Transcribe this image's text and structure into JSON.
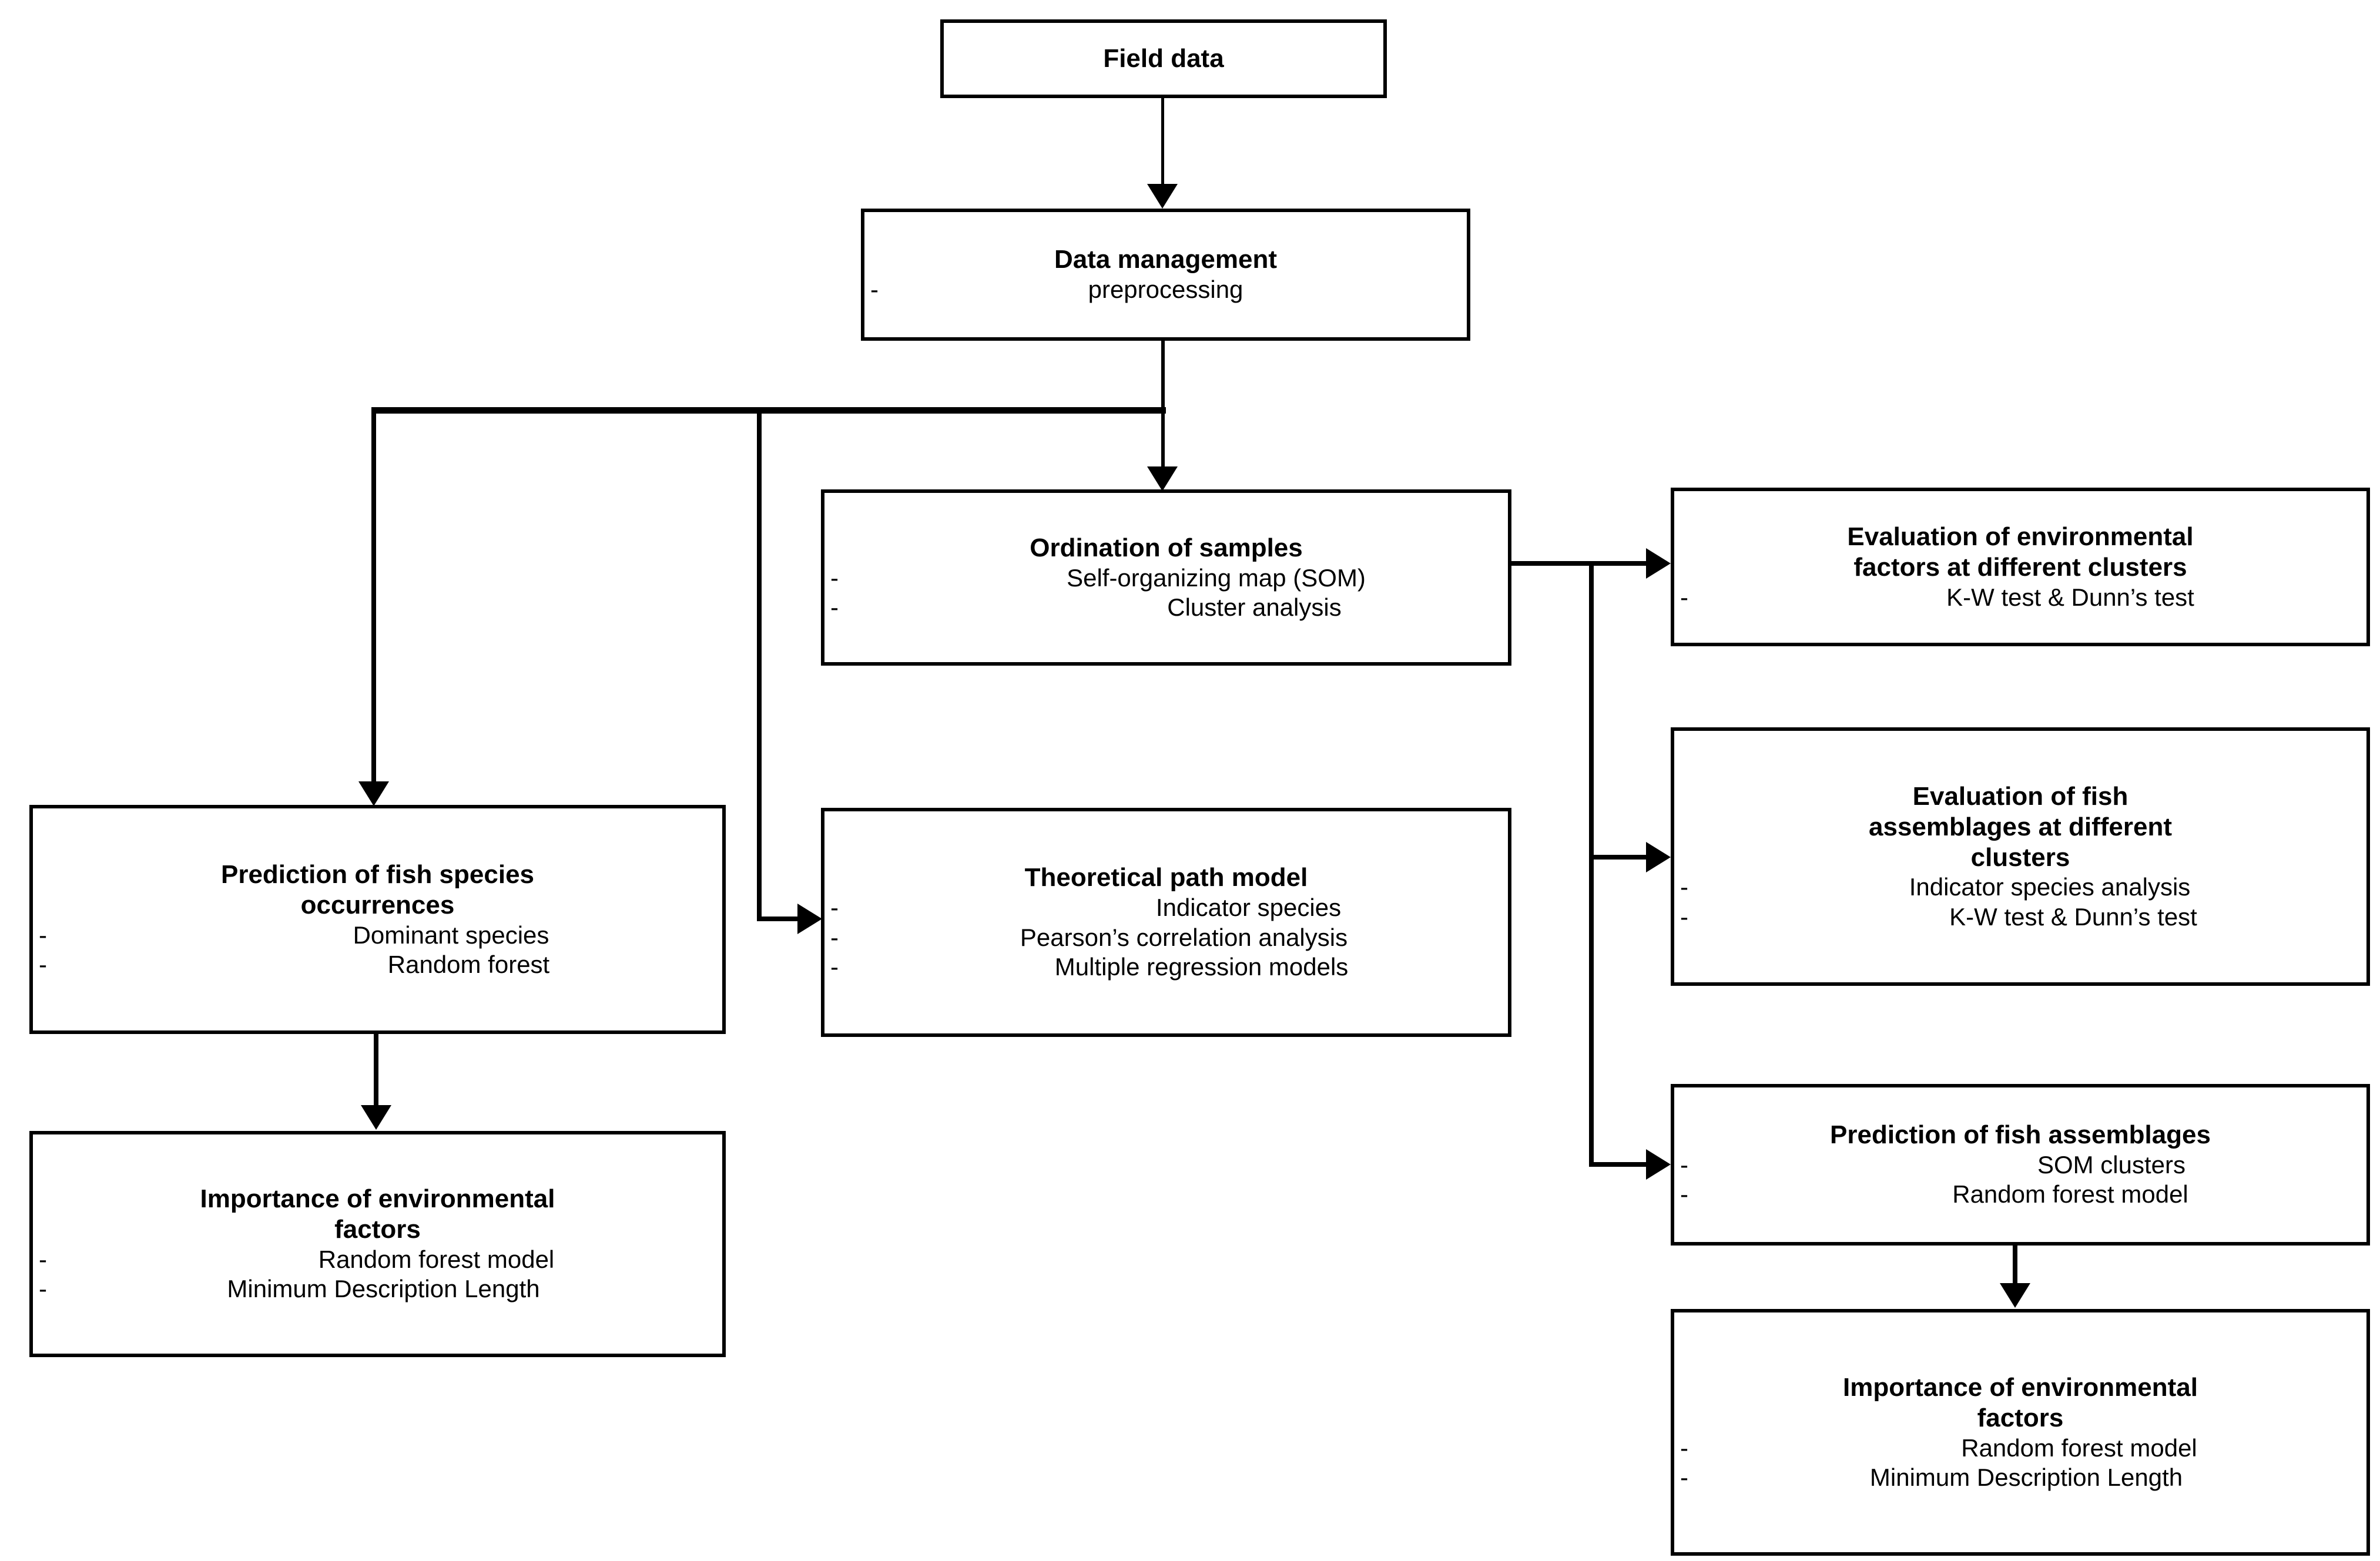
{
  "diagram": {
    "type": "flowchart",
    "orientation": "top-down",
    "nodes": [
      {
        "id": "field-data",
        "title": "Field data",
        "bullets": []
      },
      {
        "id": "data-management",
        "title": "Data management",
        "bullets": [
          {
            "dash": "-",
            "text": "preprocessing"
          }
        ]
      },
      {
        "id": "ordination",
        "title": "Ordination of samples",
        "bullets": [
          {
            "dash": "-",
            "text": "Self-organizing map (SOM)"
          },
          {
            "dash": "-",
            "text": "Cluster analysis"
          }
        ]
      },
      {
        "id": "path-model",
        "title": "Theoretical path model",
        "bullets": [
          {
            "dash": "-",
            "text": "Indicator species"
          },
          {
            "dash": "-",
            "text": "Pearson’s correlation analysis"
          },
          {
            "dash": "-",
            "text": "Multiple regression models"
          }
        ]
      },
      {
        "id": "pred-species",
        "title": "Prediction of fish species\noccurrences",
        "bullets": [
          {
            "dash": "-",
            "text": "Dominant species"
          },
          {
            "dash": "-",
            "text": "Random forest"
          }
        ]
      },
      {
        "id": "imp-env-left",
        "title": "Importance of environmental\nfactors",
        "bullets": [
          {
            "dash": "-",
            "text": "Random forest model"
          },
          {
            "dash": "-",
            "text": "Minimum Description Length"
          }
        ]
      },
      {
        "id": "eval-env",
        "title": "Evaluation of environmental\nfactors at different clusters",
        "bullets": [
          {
            "dash": "-",
            "text": "K-W test & Dunn’s test"
          }
        ]
      },
      {
        "id": "eval-fish",
        "title": "Evaluation of fish\nassemblages at different\nclusters",
        "bullets": [
          {
            "dash": "-",
            "text": "Indicator species analysis"
          },
          {
            "dash": "-",
            "text": "K-W test & Dunn’s test"
          }
        ]
      },
      {
        "id": "pred-assemb",
        "title": "Prediction of fish assemblages",
        "bullets": [
          {
            "dash": "-",
            "text": "SOM clusters"
          },
          {
            "dash": "-",
            "text": "Random forest model"
          }
        ]
      },
      {
        "id": "imp-env-right",
        "title": "Importance of environmental\nfactors",
        "bullets": [
          {
            "dash": "-",
            "text": "Random forest model"
          },
          {
            "dash": "-",
            "text": "Minimum Description Length"
          }
        ]
      }
    ],
    "edges": [
      {
        "from": "field-data",
        "to": "data-management",
        "style": "straight-down"
      },
      {
        "from": "data-management",
        "to": "ordination",
        "style": "straight-down"
      },
      {
        "from": "data-management",
        "to": "pred-species",
        "style": "elbow-left-down"
      },
      {
        "from": "data-management",
        "to": "path-model",
        "style": "elbow-left-down-right"
      },
      {
        "from": "ordination",
        "to": "eval-env",
        "style": "elbow-right"
      },
      {
        "from": "ordination",
        "to": "eval-fish",
        "style": "elbow-right-down"
      },
      {
        "from": "ordination",
        "to": "pred-assemb",
        "style": "elbow-right-down"
      },
      {
        "from": "pred-species",
        "to": "imp-env-left",
        "style": "straight-down"
      },
      {
        "from": "pred-assemb",
        "to": "imp-env-right",
        "style": "straight-down"
      }
    ],
    "colors": {
      "stroke": "#000000",
      "fill": "#ffffff",
      "text": "#000000"
    }
  }
}
